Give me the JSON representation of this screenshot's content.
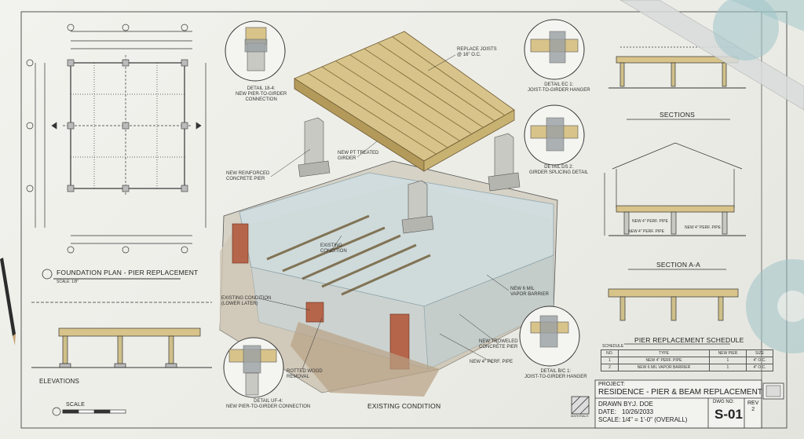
{
  "labels": {
    "foundation_title": "FOUNDATION PLAN - PIER REPLACEMENT",
    "foundation_sub": "SCALE: 1/8\"",
    "elevations": "ELEVATIONS",
    "scale": "SCALE",
    "existing_condition_title": "EXISTING CONDITION",
    "sections": "SECTIONS",
    "section_aa": "SECTION A-A",
    "schedule_title": "PIER REPLACEMENT SCHEDULE",
    "schedule_small": "SCHEDULE",
    "detail_18a": "DETAIL 18-4:\nNEW PIER-TO-GIRDER\nCONNECTION",
    "detail_ec1": "DETAIL EC 1:\nJOIST-TO-GIRDER HANGER",
    "detail_ds2": "DETAIL DS 2:\nGIRDER SPLICING DETAIL",
    "detail_uf4": "DETAIL UF-4:\nNEW PIER-TO-GIRDER CONNECTION",
    "detail_bc1": "DETAIL B/C 1:\nJOIST-TO-GIRDER HANGER",
    "joists": "REPLACE JOISTS\n@ 16\" O.C.",
    "girder": "NEW PT TREATED\nGIRDER",
    "reinforced_pier": "NEW REINFORCED\nCONCRETE PIER",
    "existing_condition_label": "EXISTING\nCONDITION",
    "existing_later": "EXISTING CONDITION\n(LOWER LATER)",
    "rotted_wood": "ROTTED WOOD\nREMOVAL",
    "new_concrete": "NEW TROWELED\nCONCRETE PIER",
    "new_pipe": "NEW 4\" PERF. PIPE",
    "vapor": "NEW 6 MIL\nVAPOR BARRIER",
    "new_perf_pipe_sec1": "NEW 4\" PERF. PIPE",
    "new_perf_pipe_sec2": "NEW 4\" PERF. PIPE",
    "new_perf_pipe_sec3": "NEW 4\" PERF. PIPE",
    "materials": "MATERIALS"
  },
  "schedule": {
    "headers": [
      "NO.",
      "TYPE",
      "NEW PIER",
      "SIZE"
    ],
    "rows": [
      [
        "1",
        "NEW 4\" PERF. PIPE",
        "1",
        "4\" O.C."
      ],
      [
        "2",
        "NEW 6 MIL VAPOR BARRIER",
        "1",
        "4\" O.C."
      ]
    ]
  },
  "title_block": {
    "project_label": "PROJECT:",
    "project": "RESIDENCE - PIER & BEAM REPLACEMENT",
    "drawn_by_label": "DRAWN BY:",
    "drawn_by": "J. DOE",
    "date_label": "DATE:",
    "date": "10/26/2033",
    "scale_label": "SCALE:",
    "scale": "1/4\" = 1'-0\" (OVERALL)",
    "dwg_no_label": "DWG NO:",
    "dwg_no": "S-01",
    "rev_label": "REV",
    "rev": "REV\n2"
  },
  "colors": {
    "wood": "#d8c48a",
    "wood_dark": "#b39a5a",
    "concrete": "#c9c9c4",
    "glass": "#cfe0e6",
    "brick": "#b5654a",
    "line": "#333333",
    "paper": "#efefea"
  }
}
